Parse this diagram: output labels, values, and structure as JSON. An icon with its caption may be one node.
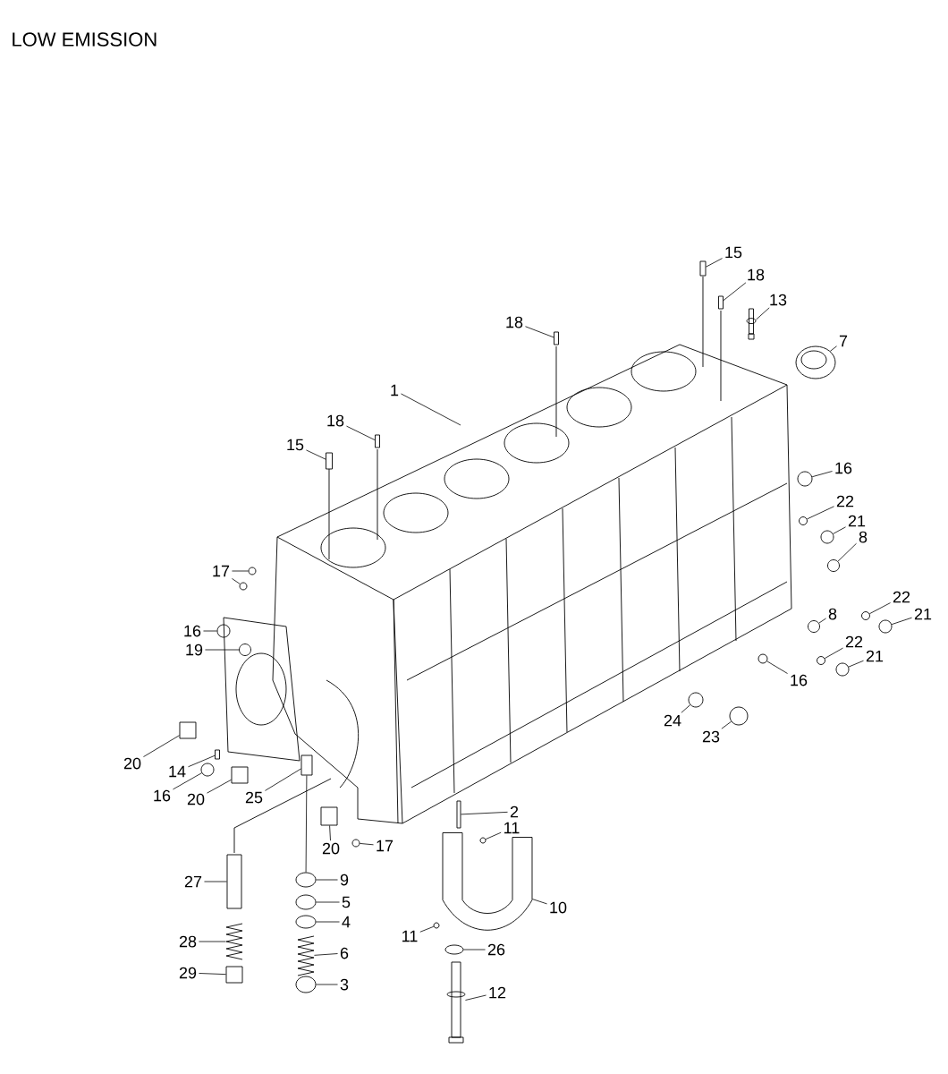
{
  "diagram": {
    "title": "LOW EMISSION",
    "nodes": [
      {
        "text": [
          "15"
        ]
      },
      {
        "text": [
          "18"
        ]
      },
      {
        "text": [
          "13"
        ]
      },
      {
        "text": [
          "7"
        ]
      },
      {
        "text": [
          "18"
        ]
      },
      {
        "text": [
          "1"
        ]
      },
      {
        "text": [
          "18"
        ]
      },
      {
        "text": [
          "15"
        ]
      },
      {
        "text": [
          "16"
        ]
      },
      {
        "text": [
          "22"
        ]
      },
      {
        "text": [
          "21"
        ]
      },
      {
        "text": [
          "8"
        ]
      },
      {
        "text": [
          "17"
        ]
      },
      {
        "text": [
          "16"
        ]
      },
      {
        "text": [
          "19"
        ]
      },
      {
        "text": [
          "22"
        ]
      },
      {
        "text": [
          "21"
        ]
      },
      {
        "text": [
          "8"
        ]
      },
      {
        "text": [
          "22"
        ]
      },
      {
        "text": [
          "21"
        ]
      },
      {
        "text": [
          "16"
        ]
      },
      {
        "text": [
          "20"
        ]
      },
      {
        "text": [
          "14"
        ]
      },
      {
        "text": [
          "24"
        ]
      },
      {
        "text": [
          "23"
        ]
      },
      {
        "text": [
          "16"
        ]
      },
      {
        "text": [
          "20"
        ]
      },
      {
        "text": [
          "25"
        ]
      },
      {
        "text": [
          "20"
        ]
      },
      {
        "text": [
          "17"
        ]
      },
      {
        "text": [
          "2"
        ]
      },
      {
        "text": [
          "11"
        ]
      },
      {
        "text": [
          "27"
        ]
      },
      {
        "text": [
          "9"
        ]
      },
      {
        "text": [
          "5"
        ]
      },
      {
        "text": [
          "11"
        ]
      },
      {
        "text": [
          "10"
        ]
      },
      {
        "text": [
          "4"
        ]
      },
      {
        "text": [
          "28"
        ]
      },
      {
        "text": [
          "26"
        ]
      },
      {
        "text": [
          "6"
        ]
      },
      {
        "text": [
          "29"
        ]
      },
      {
        "text": [
          "3"
        ]
      },
      {
        "text": [
          "12"
        ]
      },
      {
        "text": [],
        "shape": "box"
      },
      {
        "text": [],
        "shape": "box"
      },
      {
        "text": [],
        "shape": "bolt"
      },
      {
        "text": [],
        "shape": "ring"
      },
      {
        "text": [],
        "shape": "box"
      },
      {
        "text": [],
        "shape": "box"
      },
      {
        "text": [],
        "shape": "box"
      },
      {
        "text": [],
        "shape": "circle"
      },
      {
        "text": [],
        "shape": "circle"
      },
      {
        "text": [],
        "shape": "circle"
      },
      {
        "text": [],
        "shape": "circle"
      },
      {
        "text": [],
        "shape": "circle"
      },
      {
        "text": [],
        "shape": "circle"
      },
      {
        "text": [],
        "shape": "circle"
      },
      {
        "text": [],
        "shape": "circle"
      },
      {
        "text": [],
        "shape": "circle"
      },
      {
        "text": [],
        "shape": "circle"
      },
      {
        "text": [],
        "shape": "circle"
      },
      {
        "text": [],
        "shape": "circle"
      },
      {
        "text": [],
        "shape": "circle"
      },
      {
        "text": [],
        "shape": "circle"
      },
      {
        "text": [],
        "shape": "box"
      },
      {
        "text": [],
        "shape": "box"
      },
      {
        "text": [],
        "shape": "circle"
      },
      {
        "text": [],
        "shape": "circle"
      },
      {
        "text": [],
        "shape": "circle"
      },
      {
        "text": [],
        "shape": "box"
      },
      {
        "text": [],
        "shape": "box"
      },
      {
        "text": [],
        "shape": "box"
      },
      {
        "text": [],
        "shape": "circle"
      },
      {
        "text": [],
        "shape": "box"
      },
      {
        "text": [],
        "shape": "circle"
      },
      {
        "text": [],
        "shape": "box"
      },
      {
        "text": [],
        "shape": "circle"
      },
      {
        "text": [],
        "shape": "circle"
      },
      {
        "text": [],
        "shape": "circle"
      },
      {
        "text": [],
        "shape": "cap"
      },
      {
        "text": [],
        "shape": "circle"
      },
      {
        "text": [],
        "shape": "spring"
      },
      {
        "text": [],
        "shape": "circle"
      },
      {
        "text": [],
        "shape": "spring"
      },
      {
        "text": [],
        "shape": "box"
      },
      {
        "text": [],
        "shape": "circle"
      },
      {
        "text": [],
        "shape": "bolt"
      }
    ],
    "edges": [
      {
        "from": 0,
        "to": 44,
        "arrow": "none"
      },
      {
        "from": 1,
        "to": 45,
        "arrow": "none"
      },
      {
        "from": 2,
        "to": 46,
        "arrow": "none"
      },
      {
        "from": 3,
        "to": 47,
        "arrow": "none"
      },
      {
        "from": 4,
        "to": 48,
        "arrow": "none"
      },
      {
        "from": 5,
        "to": null,
        "arrow": "none"
      },
      {
        "from": 6,
        "to": 49,
        "arrow": "none"
      },
      {
        "from": 7,
        "to": 50,
        "arrow": "none"
      },
      {
        "from": 8,
        "to": 51,
        "arrow": "none"
      },
      {
        "from": 9,
        "to": 52,
        "arrow": "none"
      },
      {
        "from": 10,
        "to": 53,
        "arrow": "none"
      },
      {
        "from": 11,
        "to": 54,
        "arrow": "none"
      },
      {
        "from": 12,
        "to": 55,
        "arrow": "none"
      },
      {
        "from": 12,
        "to": 56,
        "arrow": "none"
      },
      {
        "from": 13,
        "to": 57,
        "arrow": "none"
      },
      {
        "from": 14,
        "to": 58,
        "arrow": "none"
      },
      {
        "from": 15,
        "to": 59,
        "arrow": "none"
      },
      {
        "from": 16,
        "to": 60,
        "arrow": "none"
      },
      {
        "from": 17,
        "to": 61,
        "arrow": "none"
      },
      {
        "from": 18,
        "to": 62,
        "arrow": "none"
      },
      {
        "from": 19,
        "to": 63,
        "arrow": "none"
      },
      {
        "from": 20,
        "to": 64,
        "arrow": "none"
      },
      {
        "from": 21,
        "to": 65,
        "arrow": "none"
      },
      {
        "from": 22,
        "to": 66,
        "arrow": "none"
      },
      {
        "from": 23,
        "to": 67,
        "arrow": "none"
      },
      {
        "from": 24,
        "to": 68,
        "arrow": "none"
      },
      {
        "from": 25,
        "to": 69,
        "arrow": "none"
      },
      {
        "from": 26,
        "to": 70,
        "arrow": "none"
      },
      {
        "from": 27,
        "to": 71,
        "arrow": "none"
      },
      {
        "from": 28,
        "to": 72,
        "arrow": "none"
      },
      {
        "from": 29,
        "to": 73,
        "arrow": "none"
      },
      {
        "from": 30,
        "to": 74,
        "arrow": "none"
      },
      {
        "from": 31,
        "to": 75,
        "arrow": "none"
      },
      {
        "from": 32,
        "to": 76,
        "arrow": "none"
      },
      {
        "from": 33,
        "to": 77,
        "arrow": "none"
      },
      {
        "from": 34,
        "to": 78,
        "arrow": "none"
      },
      {
        "from": 35,
        "to": 79,
        "arrow": "none"
      },
      {
        "from": 36,
        "to": 80,
        "arrow": "none"
      },
      {
        "from": 37,
        "to": 81,
        "arrow": "none"
      },
      {
        "from": 38,
        "to": 82,
        "arrow": "none"
      },
      {
        "from": 39,
        "to": 83,
        "arrow": "none"
      },
      {
        "from": 40,
        "to": 84,
        "arrow": "none"
      },
      {
        "from": 41,
        "to": 85,
        "arrow": "none"
      },
      {
        "from": 42,
        "to": 86,
        "arrow": "none"
      },
      {
        "from": 43,
        "to": 87,
        "arrow": "none"
      },
      {
        "from": 71,
        "to": 77,
        "arrow": "none"
      }
    ]
  }
}
